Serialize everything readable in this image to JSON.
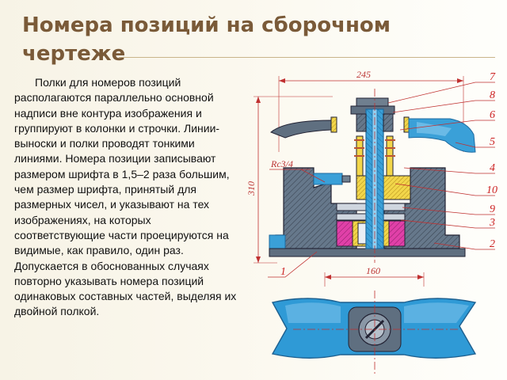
{
  "slide": {
    "title": "Номера позиций на сборочном чертеже",
    "body": "Полки для номеров позиций располагаются параллельно основной надписи вне контура изображения и группируют в колонки и строчки. Линии-выноски и полки проводят тонкими линиями. Номера позиции записывают размером шрифта в 1,5–2 раза большим, чем размер шрифта, принятый для размерных чисел, и указывают на тех изображениях, на которых соответствующие части проецируются на видимые, как правило, один раз. Допускается в обоснованных случаях повторно указывать номера позиций одинаковых составных частей, выделяя их двойной полкой."
  },
  "drawing": {
    "dimensions": {
      "top_width": "245",
      "height": "310",
      "bottom_width": "160",
      "thread": "Rc3/4"
    },
    "position_numbers": [
      "7",
      "8",
      "6",
      "5",
      "4",
      "10",
      "9",
      "3",
      "2",
      "1"
    ]
  },
  "colors": {
    "title": "#7a5a38",
    "body_steel": "#5f6f80",
    "cyan_part": "#3aa0d8",
    "pink_part": "#e040a8",
    "yellow_part": "#f2d64a",
    "dimension_lines": "#c03030"
  }
}
